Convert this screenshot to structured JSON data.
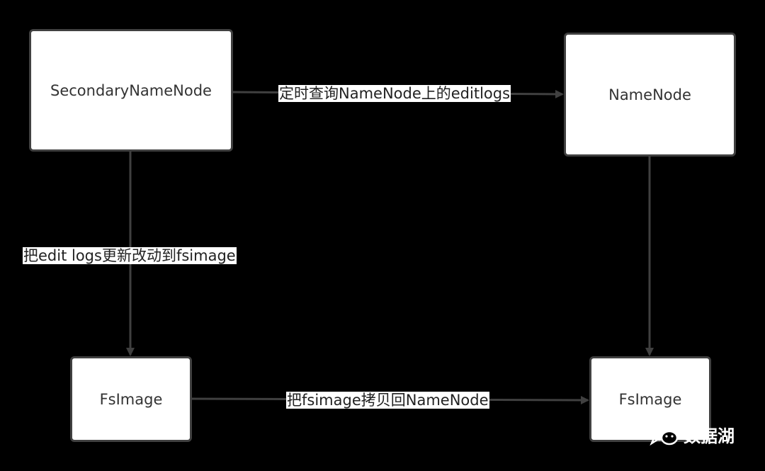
{
  "nodes": {
    "secondary": "SecondaryNameNode",
    "namenode": "NameNode",
    "fsimage_left": "FsImage",
    "fsimage_right": "FsImage"
  },
  "edges": {
    "secondary_to_namenode": "定时查询NameNode上的editlogs",
    "secondary_to_fsimage": "把edit logs更新改动到fsimage",
    "fsimage_to_fsimage": "把fsimage拷贝回NameNode"
  },
  "watermark": {
    "text": "数据湖",
    "icon": "wechat-icon"
  },
  "colors": {
    "background": "#000000",
    "node_fill": "#ffffff",
    "stroke": "#404040"
  }
}
